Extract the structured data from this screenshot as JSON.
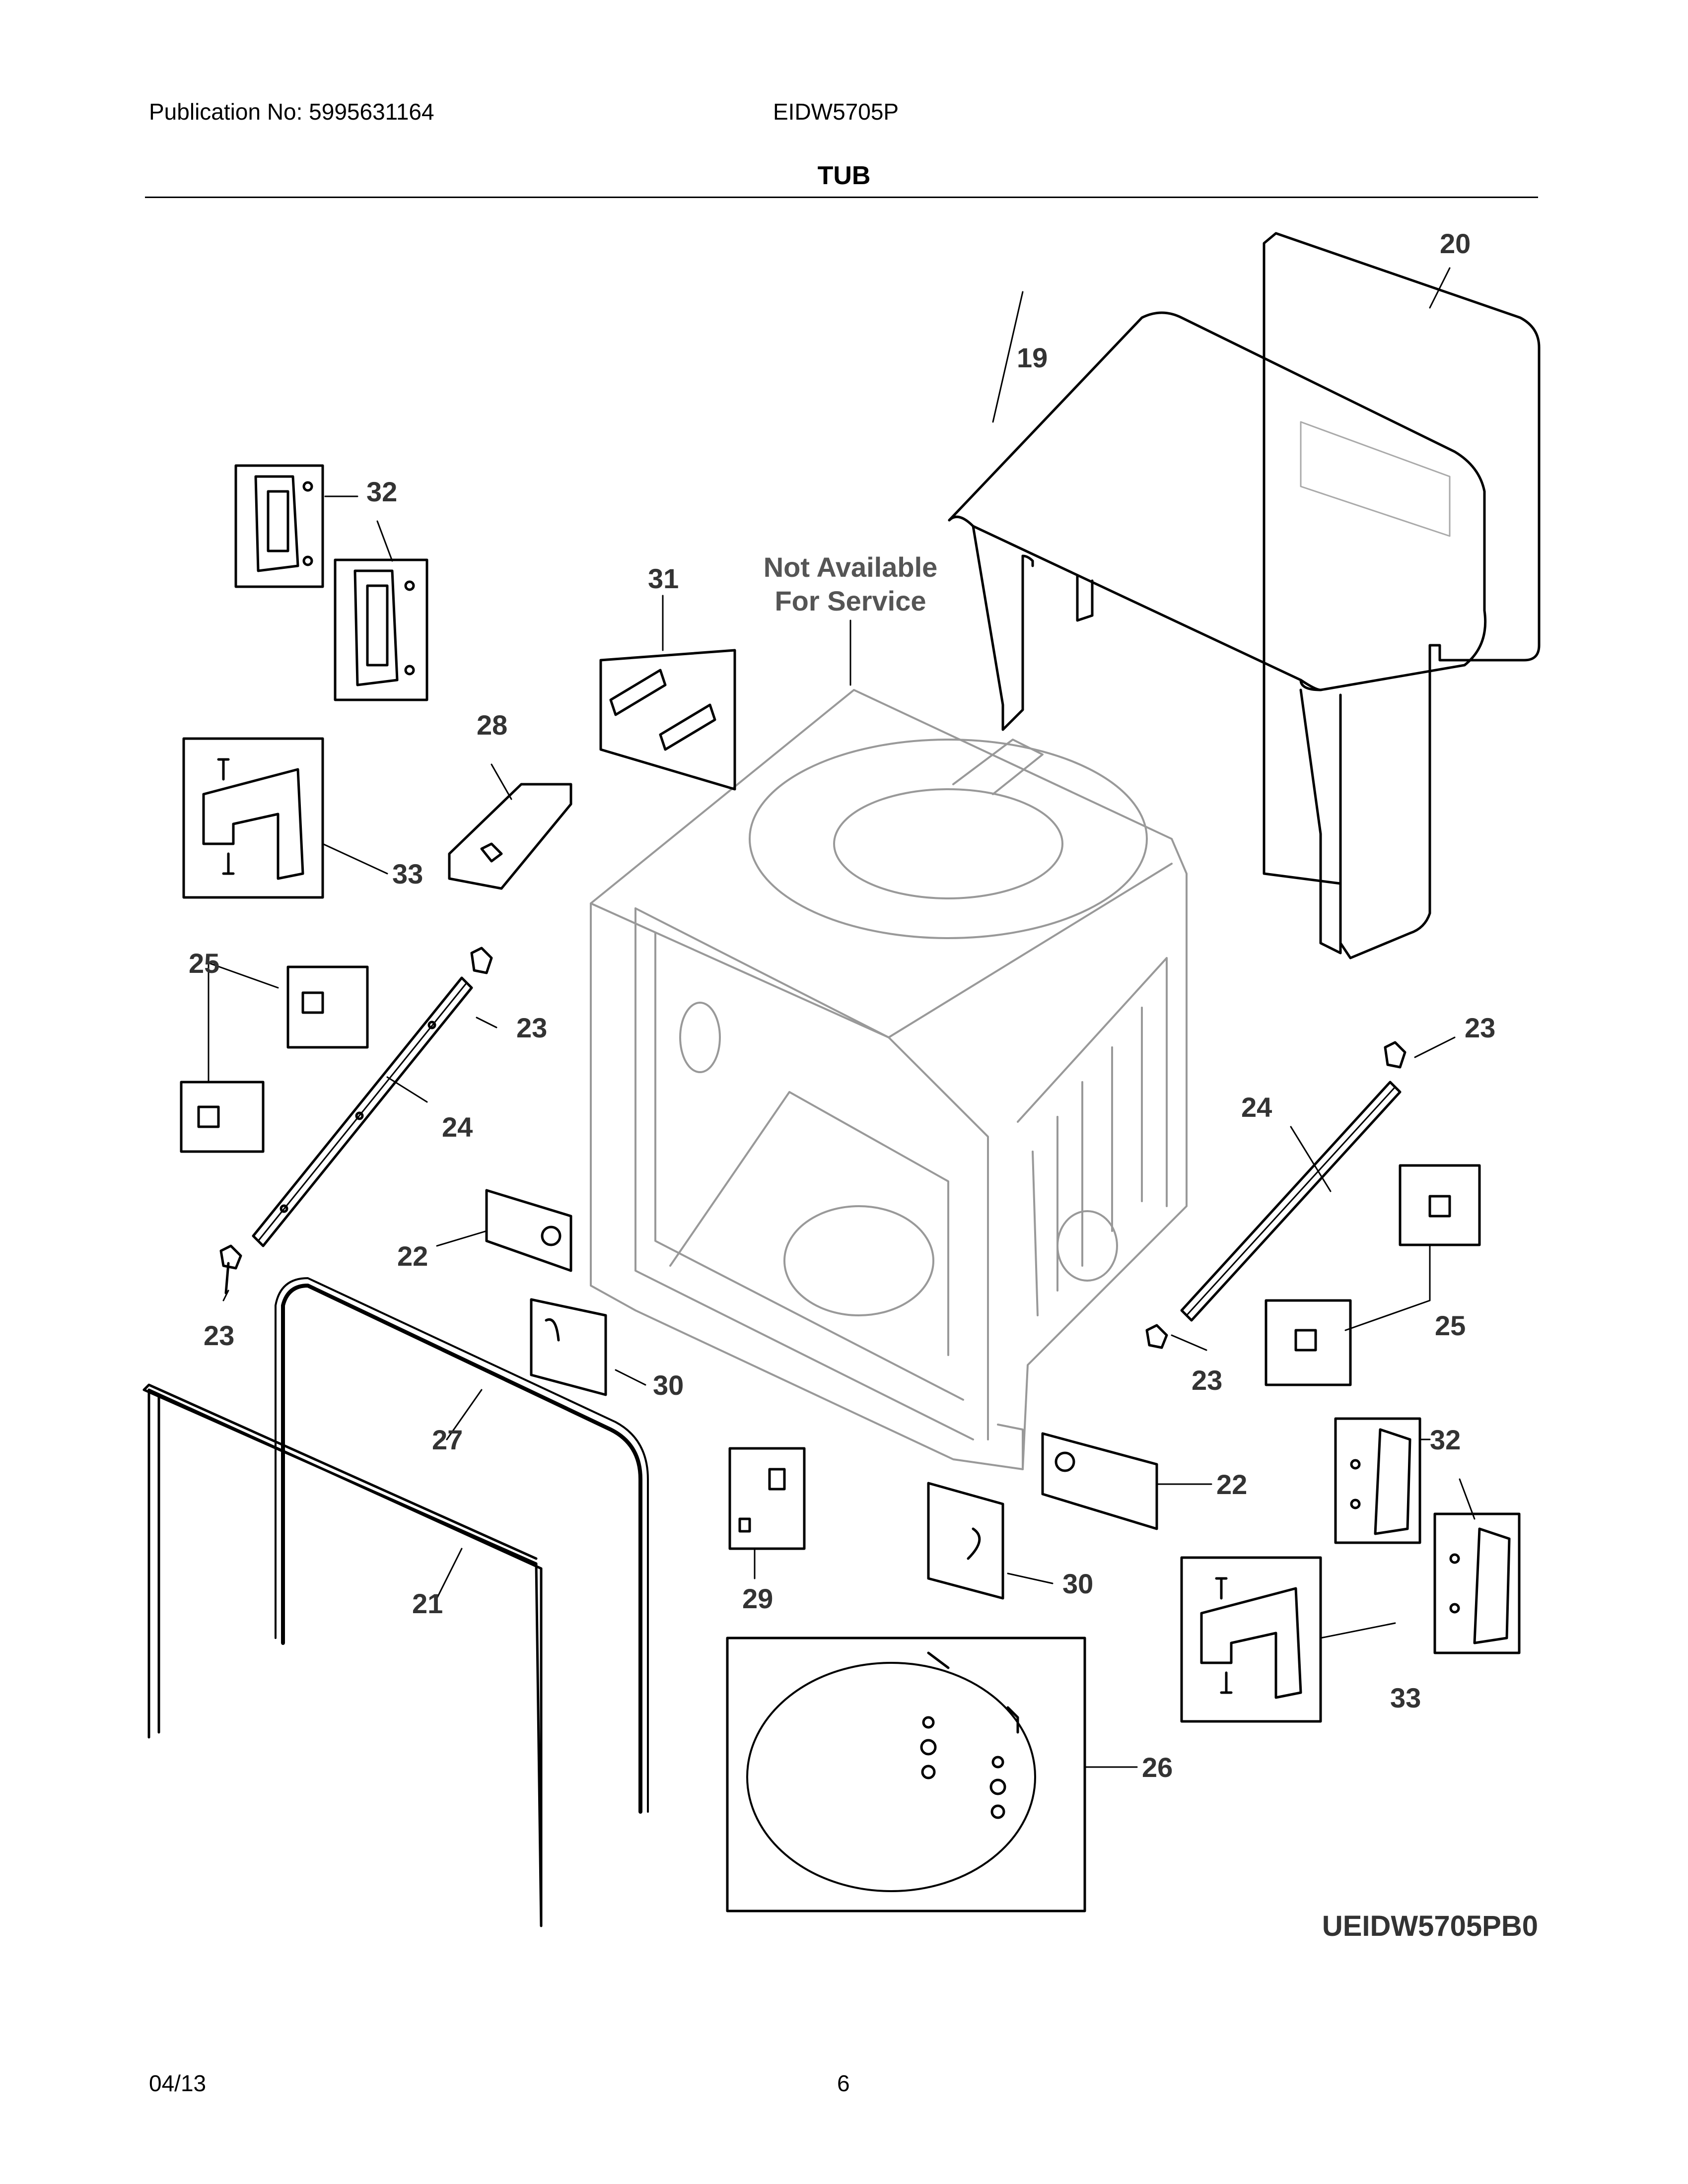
{
  "header": {
    "publication": "Publication No: 5995631164",
    "model": "EIDW5705P",
    "title": "TUB"
  },
  "diagram": {
    "note_line1": "Not Available",
    "note_line2": "For Service",
    "code": "UEIDW5705PB0",
    "callouts": {
      "c19": "19",
      "c20": "20",
      "c21": "21",
      "c22a": "22",
      "c22b": "22",
      "c23a": "23",
      "c23b": "23",
      "c23c": "23",
      "c23d": "23",
      "c24a": "24",
      "c24b": "24",
      "c25a": "25",
      "c25b": "25",
      "c26": "26",
      "c27": "27",
      "c28": "28",
      "c29": "29",
      "c30a": "30",
      "c30b": "30",
      "c31": "31",
      "c32a": "32",
      "c32b": "32",
      "c33a": "33",
      "c33b": "33"
    }
  },
  "footer": {
    "date": "04/13",
    "page": "6"
  }
}
